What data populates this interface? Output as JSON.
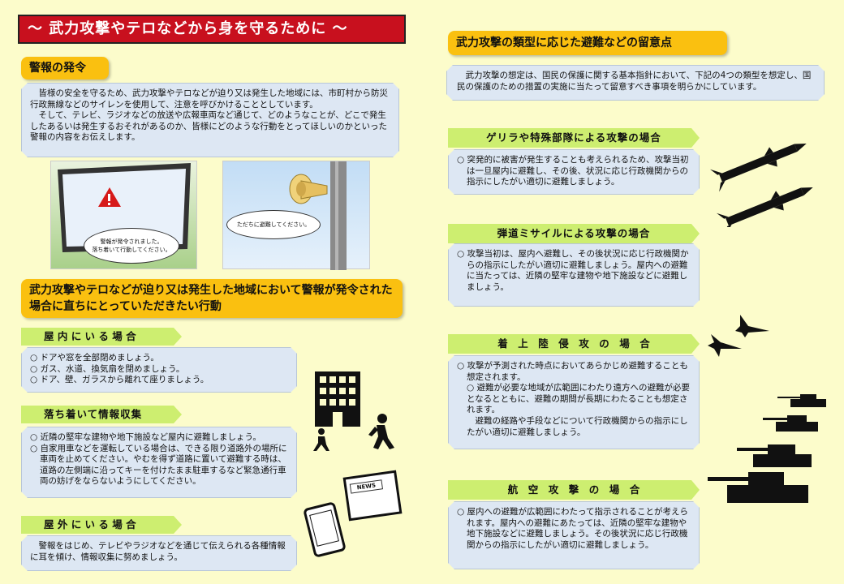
{
  "main_title": "〜 武力攻撃やテロなどから身を守るために 〜",
  "warning": {
    "heading": "警報の発令",
    "body": "　皆様の安全を守るため、武力攻撃やテロなどが迫り又は発生した地域には、市町村から防災行政無線などのサイレンを使用して、注意を呼びかけることとしています。\n　そして、テレビ、ラジオなどの放送や広報車両など通じて、どのようなことが、どこで発生したあるいは発生するおそれがあるのか、皆様にどのような行動をとってほしいのかといった警報の内容をお伝えします。",
    "tv_bubble": "警報が発令されました。\n落ち着いて行動してください。",
    "speaker_bubble": "ただちに避難してください。"
  },
  "action": {
    "heading": "武力攻撃やテロなどが迫り又は発生した地域において警報が発令された場合に直ちにとっていただきたい行動",
    "indoor": {
      "label": "屋 内 に い る 場 合",
      "items": [
        "○ ドアや窓を全部閉めましょう。",
        "○ ガス、水道、換気扇を閉めましょう。",
        "○ ドア、壁、ガラスから離れて座りましょう。"
      ]
    },
    "info": {
      "label": "落ち着いて情報収集",
      "items": [
        "○ 近隣の堅牢な建物や地下施設など屋内に避難しましょう。",
        "○ 自家用車などを運転している場合は、できる限り道路外の場所に車両を止めてください。やむを得ず道路に置いて避難する時は、道路の左側端に沿ってキーを付けたまま駐車するなど緊急通行車両の妨げをならないようにしてください。"
      ]
    },
    "outdoor": {
      "label": "屋 外 に い る 場 合",
      "body": "　警報をはじめ、テレビやラジオなどを通じて伝えられる各種情報に耳を傾け、情報収集に努めましょう。"
    },
    "news_label": "NEWS"
  },
  "types": {
    "heading": "武力攻撃の類型に応じた避難などの留意点",
    "intro": "　武力攻撃の想定は、国民の保護に関する基本指針において、下記の4つの類型を想定し、国民の保護のための措置の実施に当たって留意すべき事項を明らかにしています。",
    "guerrilla": {
      "label": "ゲリラや特殊部隊による攻撃の場合",
      "body": "○ 突発的に被害が発生することも考えられるため、攻撃当初は一旦屋内に避難し、その後、状況に応じ行政機関からの指示にしたがい適切に避難しましょう。"
    },
    "missile": {
      "label": "弾道ミサイルによる攻撃の場合",
      "body": "○ 攻撃当初は、屋内へ避難し、その後状況に応じ行政機関からの指示にしたがい適切に避難しましょう。屋内への避難に当たっては、近隣の堅牢な建物や地下施設などに避難しましょう。"
    },
    "landing": {
      "label": "着　上　陸　侵　攻　の　場　合",
      "body": "○ 攻撃が予測された時点においてあらかじめ避難することも想定されます。\n○ 避難が必要な地域が広範囲にわたり遠方への避難が必要となるとともに、避難の期間が長期にわたることも想定されます。\n　避難の経路や手段などについて行政機関からの指示にしたがい適切に避難しましょう。"
    },
    "air": {
      "label": "航　空　攻　撃　の　場　合",
      "body": "○ 屋内への避難が広範囲にわたって指示されることが考えられます。屋内への避難にあたっては、近隣の堅牢な建物や地下施設などに避難しましょう。その後状況に応じ行政機関からの指示にしたがい適切に避難しましょう。"
    }
  },
  "colors": {
    "background": "#fcfccb",
    "title_red": "#c8101e",
    "heading_orange": "#fac010",
    "tab_green": "#cdee70",
    "box_blue": "#dde7f3"
  }
}
